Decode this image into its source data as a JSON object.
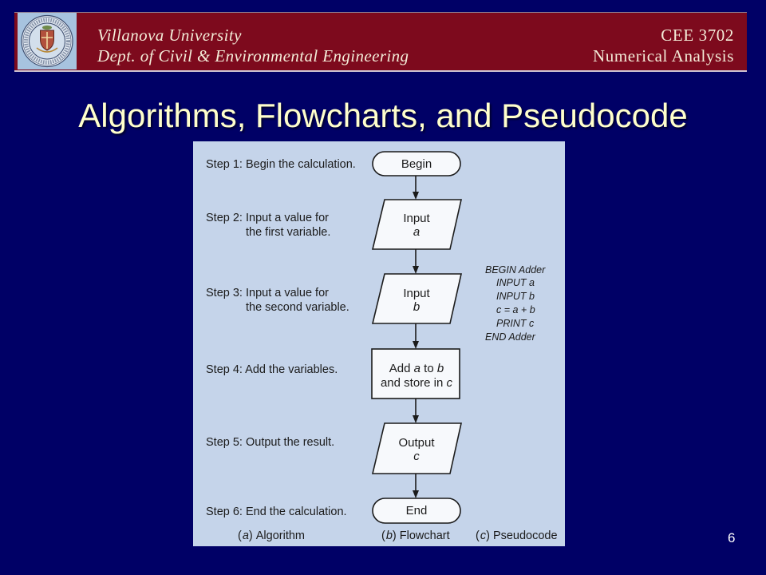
{
  "header": {
    "logo": "villanova-university-seal",
    "university": "Villanova University",
    "department": "Dept. of Civil & Environmental Engineering",
    "course_code": "CEE 3702",
    "course_name": "Numerical Analysis"
  },
  "slide": {
    "title": "Algorithms, Flowcharts, and Pseudocode",
    "page_number": "6"
  },
  "figure": {
    "algorithm": {
      "steps": [
        [
          "Step 1: Begin the calculation."
        ],
        [
          "Step 2: Input a value for",
          "the first variable."
        ],
        [
          "Step 3: Input a value for",
          "the second variable."
        ],
        [
          "Step 4: Add the variables."
        ],
        [
          "Step 5: Output the result."
        ],
        [
          "Step 6: End the calculation."
        ]
      ]
    },
    "flowchart": {
      "begin": "Begin",
      "input_a": {
        "label": "Input",
        "variable": "a"
      },
      "input_b": {
        "label": "Input",
        "variable": "b"
      },
      "process": {
        "line1": [
          "Add ",
          "a",
          " to ",
          "b"
        ],
        "line2": [
          "and store in ",
          "c"
        ]
      },
      "output_c": {
        "label": "Output",
        "variable": "c"
      },
      "end": "End"
    },
    "pseudocode": {
      "lines": [
        "BEGIN Adder",
        "INPUT a",
        "INPUT b",
        "c = a + b",
        "PRINT c",
        "END Adder"
      ]
    },
    "captions": [
      {
        "open": "(",
        "letter": "a",
        "close": ")",
        "label": "Algorithm"
      },
      {
        "open": "(",
        "letter": "b",
        "close": ")",
        "label": "Flowchart"
      },
      {
        "open": "(",
        "letter": "c",
        "close": ")",
        "label": "Pseudocode"
      }
    ]
  },
  "colors": {
    "background": "#000066",
    "header_bar": "#7d0a1d",
    "header_text": "#f4ecd8",
    "title_text": "#ffffcc",
    "figure_background": "#c5d4ea",
    "shape_fill": "#f7f9fc",
    "figure_ink": "#1b1b1b",
    "logo_background": "#a7c3df",
    "page_number": "#ffffff"
  }
}
